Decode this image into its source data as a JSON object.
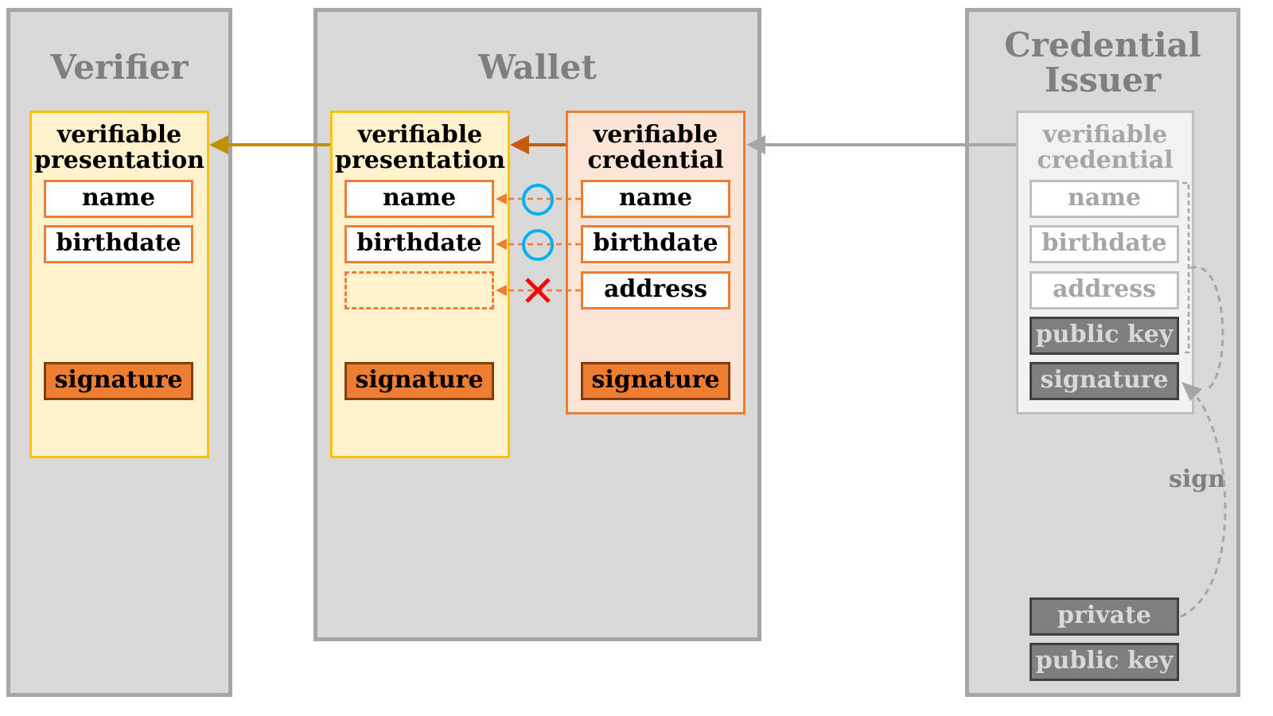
{
  "verifier": {
    "title": "Verifier",
    "presentation": {
      "title": "verifiable\npresentation",
      "fields": [
        "name",
        "birthdate"
      ],
      "signature": "signature"
    }
  },
  "wallet": {
    "title": "Wallet",
    "presentation": {
      "title": "verifiable\npresentation",
      "fields": [
        "name",
        "birthdate"
      ],
      "signature": "signature"
    },
    "credential": {
      "title": "verifiable\ncredential",
      "fields": [
        "name",
        "birthdate",
        "address"
      ],
      "signature": "signature"
    }
  },
  "issuer": {
    "title": "Credential\nIssuer",
    "credential": {
      "title": "verifiable\ncredential",
      "fields": [
        "name",
        "birthdate",
        "address"
      ],
      "public_key": "public key",
      "signature": "signature"
    },
    "sign_label": "sign",
    "private_key": "private key",
    "public_key": "public key"
  },
  "colors": {
    "accent_orange": "#ed7d31",
    "presentation_border": "#ffc000",
    "selected_mark": "#00b0f0",
    "rejected_mark": "#ff0000",
    "panel_grey": "#d9d9d9"
  }
}
